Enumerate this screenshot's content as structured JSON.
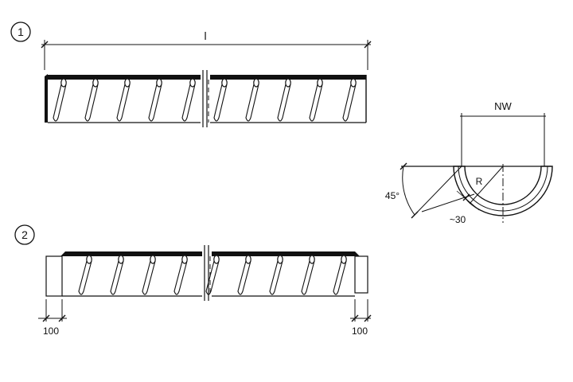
{
  "diagram": {
    "figure_1": {
      "number": "1",
      "length_label": "l"
    },
    "figure_2": {
      "number": "2",
      "end_left_label": "100",
      "end_right_label": "100"
    },
    "cross_section": {
      "width_label": "NW",
      "radius_label": "R",
      "angle_label": "45°",
      "thickness_label": "~30"
    }
  },
  "colors": {
    "ink": "#111111",
    "paper": "#ffffff"
  }
}
